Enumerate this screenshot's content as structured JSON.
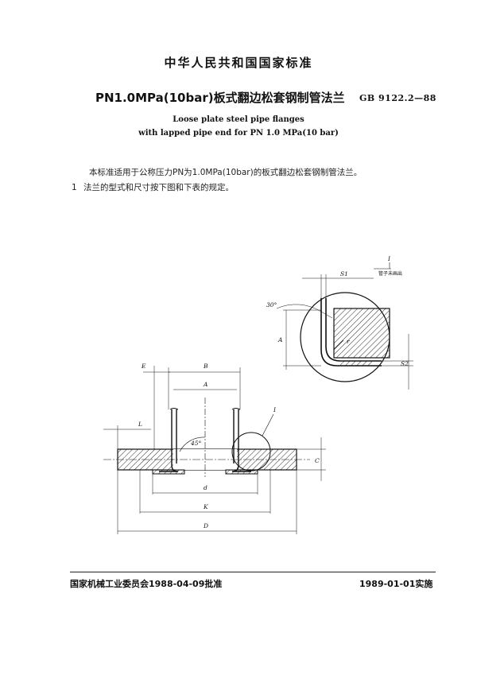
{
  "header": {
    "standard_title": "中华人民共和国国家标准",
    "cn_title": "PN1.0MPa(10bar)板式翻边松套钢制管法兰",
    "standard_number": "GB 9122.2—88",
    "en_title_line1": "Loose plate steel pipe flanges",
    "en_title_line2": "with lapped pipe end for PN 1.0 MPa(10 bar)"
  },
  "body": {
    "scope_text": "本标准适用于公称压力PN为1.0MPa(10bar)的板式翻边松套钢制管法兰。",
    "item1_number": "1",
    "item1_text": "法兰的型式和尺寸按下图和下表的规定。"
  },
  "drawing": {
    "label_E": "E",
    "label_B": "B",
    "label_A": "A",
    "label_L": "L",
    "label_I": "I",
    "label_45": "45°",
    "label_C": "C",
    "label_d": "d",
    "label_K": "K",
    "label_D": "D",
    "detail_label_I": "I",
    "detail_note": "管子未画出",
    "label_S1": "S1",
    "label_30": "30°",
    "label_r": "r",
    "label_detail_A": "A",
    "label_S2": "S2"
  },
  "footer": {
    "approval": "国家机械工业委员会1988-04-09批准",
    "effective": "1989-01-01实施"
  }
}
